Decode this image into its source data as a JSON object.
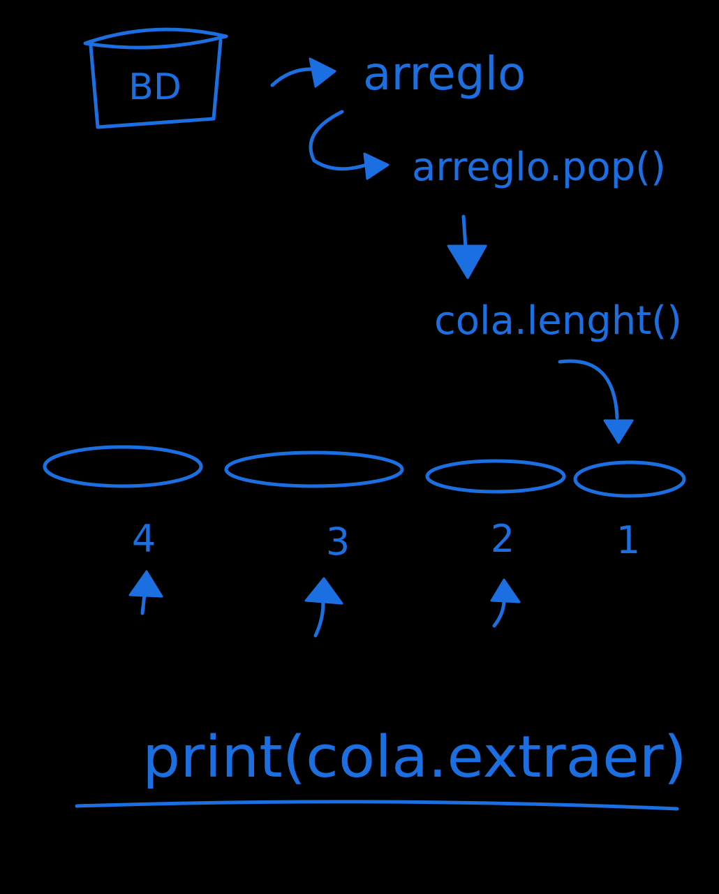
{
  "colors": {
    "background": "#000000",
    "ink": "#1c6fe0"
  },
  "database": {
    "label": "BD"
  },
  "flow": {
    "array": "arreglo",
    "pop_call": "arreglo.pop()",
    "length_call": "cola.lenght()"
  },
  "queue": {
    "slots": [
      {
        "label": "4"
      },
      {
        "label": "3"
      },
      {
        "label": "2"
      },
      {
        "label": "1"
      }
    ]
  },
  "output": {
    "statement": "print(cola.extraer)"
  }
}
